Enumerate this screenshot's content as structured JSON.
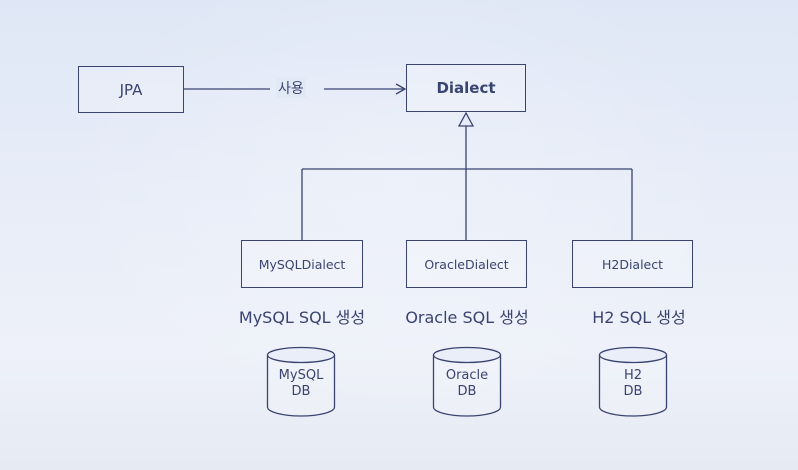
{
  "diagram": {
    "jpa_label": "JPA",
    "uses_label": "사용",
    "dialect_label": "Dialect",
    "implementations": [
      {
        "box_label": "MySQLDialect",
        "caption": "MySQL SQL 생성",
        "db_label": "MySQL\nDB"
      },
      {
        "box_label": "OracleDialect",
        "caption": "Oracle SQL 생성",
        "db_label": "Oracle\nDB"
      },
      {
        "box_label": "H2Dialect",
        "caption": "H2 SQL 생성",
        "db_label": "H2\nDB"
      }
    ]
  },
  "colors": {
    "line": "#3a4470",
    "background_top": "#dfe7f6",
    "background_bottom": "#eef1f9"
  }
}
